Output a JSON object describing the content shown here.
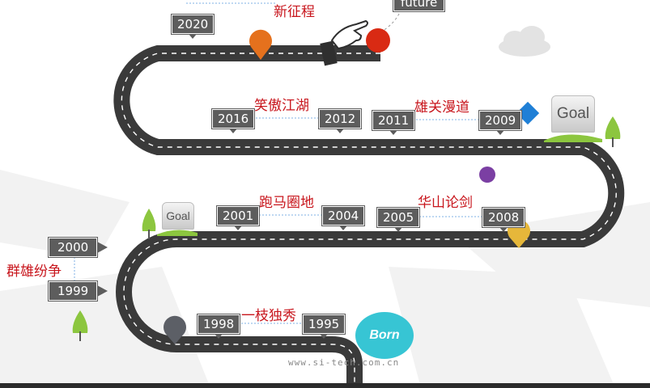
{
  "milestones": {
    "future": "future",
    "y2020": "2020",
    "label_2020": "新征程",
    "y2016": "2016",
    "y2012": "2012",
    "label_2016": "笑傲江湖",
    "y2011": "2011",
    "y2009": "2009",
    "label_2011": "雄关漫道",
    "y2001": "2001",
    "y2004": "2004",
    "label_2001": "跑马圈地",
    "y2005": "2005",
    "y2008": "2008",
    "label_2005": "华山论剑",
    "y2000": "2000",
    "y1999": "1999",
    "label_1999": "群雄纷争",
    "y1998": "1998",
    "y1995": "1995",
    "label_1995": "一枝独秀"
  },
  "goal_sign": "Goal",
  "born": "Born",
  "footer_url": "www.si-tech.com.cn",
  "colors": {
    "road": "#3a3a3a",
    "year_box": "#5d5d5d",
    "label_red": "#c8161d",
    "orange_pin": "#e5711d",
    "red_dot": "#d92a13",
    "blue_diamond": "#1f7fd6",
    "purple_dot": "#7b3fa3",
    "yellow_pin": "#e6b73a",
    "gray_pin": "#5c5f66",
    "born_bubble": "#37c5d4",
    "tree_green": "#8cc63f"
  }
}
